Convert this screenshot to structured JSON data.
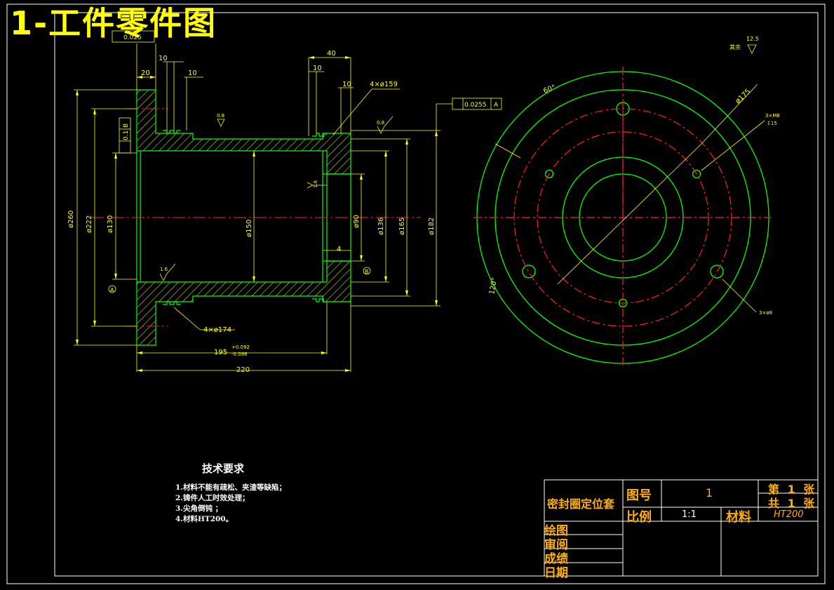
{
  "heading": "1-工件零件图",
  "tech_requirements": {
    "title": "技术要求",
    "items": [
      "1.材料不能有疏松、夹渣等缺陷；",
      "2.铸件人工时效处理；",
      "3.尖角倒钝 ；",
      "4.材料HT200。"
    ]
  },
  "title_block": {
    "part_name": "密封圈定位套",
    "drawing_no_label": "图号",
    "drawing_no": "1",
    "sheet": "第 1 张",
    "total": "共 1 张",
    "scale_label": "比例",
    "scale": "1:1",
    "material_label": "材料",
    "material": "HT200",
    "rows": [
      "绘图",
      "审阅",
      "成绩",
      "日期"
    ]
  },
  "dimensions": {
    "d20": "20",
    "d10a": "10",
    "d40": "40",
    "d10b": "10",
    "d10c": "10",
    "d4x159": "4×ø159",
    "d4x174": "4×ø174",
    "d4": "4",
    "d195": "195",
    "d195_tol_up": "+0.092",
    "d195_tol_dn": "-0.096",
    "d220": "220",
    "d260": "ø260",
    "d222": "ø222",
    "d130": "ø130",
    "d150": "ø150",
    "d90": "ø90",
    "d136": "ø136",
    "d165": "ø165",
    "d182": "ø182",
    "r08a": "0.8",
    "r08b": "0.8",
    "r16a": "1.6",
    "r16b": "1.6",
    "r125": "12.5",
    "rest": "其余",
    "runout": "0.0255",
    "runout_ref": "A",
    "parallel": "0.1",
    "parallel_ref": "B",
    "concentric_top": "0.025",
    "angle60": "60°",
    "angle120": "120°",
    "d175": "ø175",
    "m8": "3×M8",
    "depth15": "↧15",
    "d8": "3×ø8",
    "datumA": "A",
    "datumB": "B"
  },
  "colors": {
    "background": "#000000",
    "outline": "#00ff00",
    "dimension": "#ffff00",
    "centerline": "#ff2020",
    "border": "#ffffff",
    "titleblock_text": "#ffb000"
  }
}
